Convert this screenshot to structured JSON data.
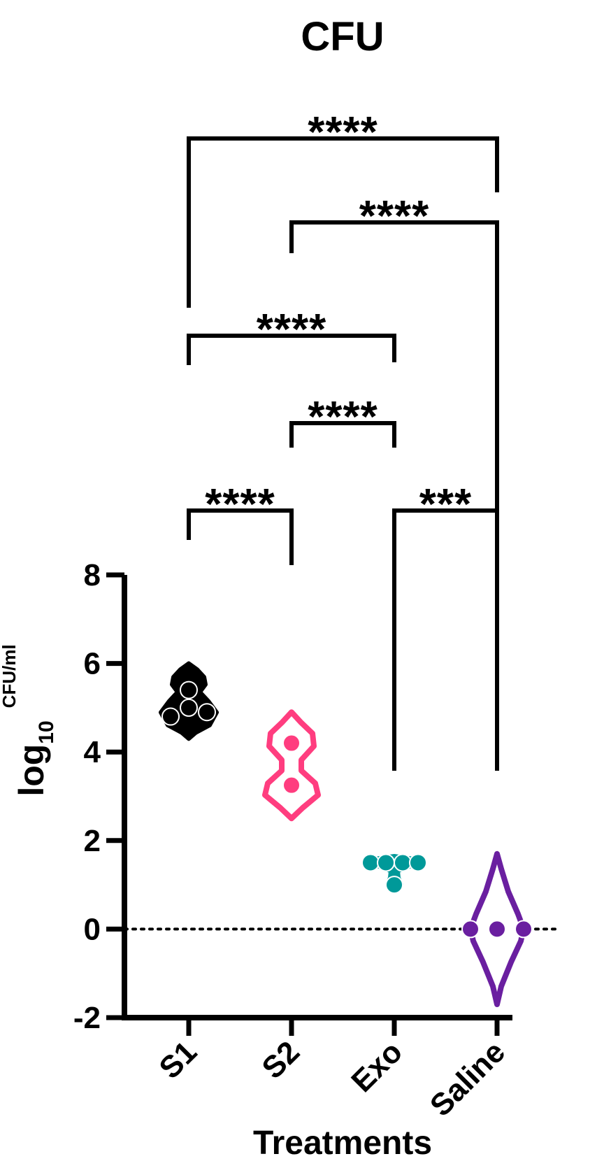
{
  "chart_data": {
    "type": "violin",
    "title": "CFU",
    "xlabel": "Treatments",
    "ylabel": {
      "prefix": "log",
      "subscript": "10",
      "superscript": "CFU/ml"
    },
    "ylim": [
      -2,
      8
    ],
    "yticks": [
      "-2",
      "0",
      "2",
      "4",
      "6",
      "8"
    ],
    "reference_line": {
      "y": 0,
      "style": "dotted"
    },
    "categories": [
      "S1",
      "S2",
      "Exo",
      "Saline"
    ],
    "series": [
      {
        "category": "S1",
        "color": "#000000",
        "points": [
          4.8,
          4.9,
          5.0,
          5.4
        ],
        "range": [
          4.3,
          6.0
        ]
      },
      {
        "category": "S2",
        "color": "#ff3d7f",
        "points": [
          3.25,
          4.2
        ],
        "range": [
          2.5,
          4.9
        ]
      },
      {
        "category": "Exo",
        "color": "#009999",
        "points": [
          1.5,
          1.5,
          1.5,
          1.5,
          1.0
        ],
        "range": [
          0.9,
          1.65
        ]
      },
      {
        "category": "Saline",
        "color": "#6a1fa0",
        "points": [
          0.0,
          0.0,
          0.0
        ],
        "range": [
          -1.7,
          1.7
        ]
      }
    ],
    "comparisons": [
      {
        "from": "S1",
        "to": "S2",
        "label": "****"
      },
      {
        "from": "Exo",
        "to": "Saline",
        "label": "***"
      },
      {
        "from": "S2",
        "to": "Exo",
        "label": "****"
      },
      {
        "from": "S1",
        "to": "Exo",
        "label": "****"
      },
      {
        "from": "S2",
        "to": "Saline",
        "label": "****"
      },
      {
        "from": "S1",
        "to": "Saline",
        "label": "****"
      }
    ]
  }
}
